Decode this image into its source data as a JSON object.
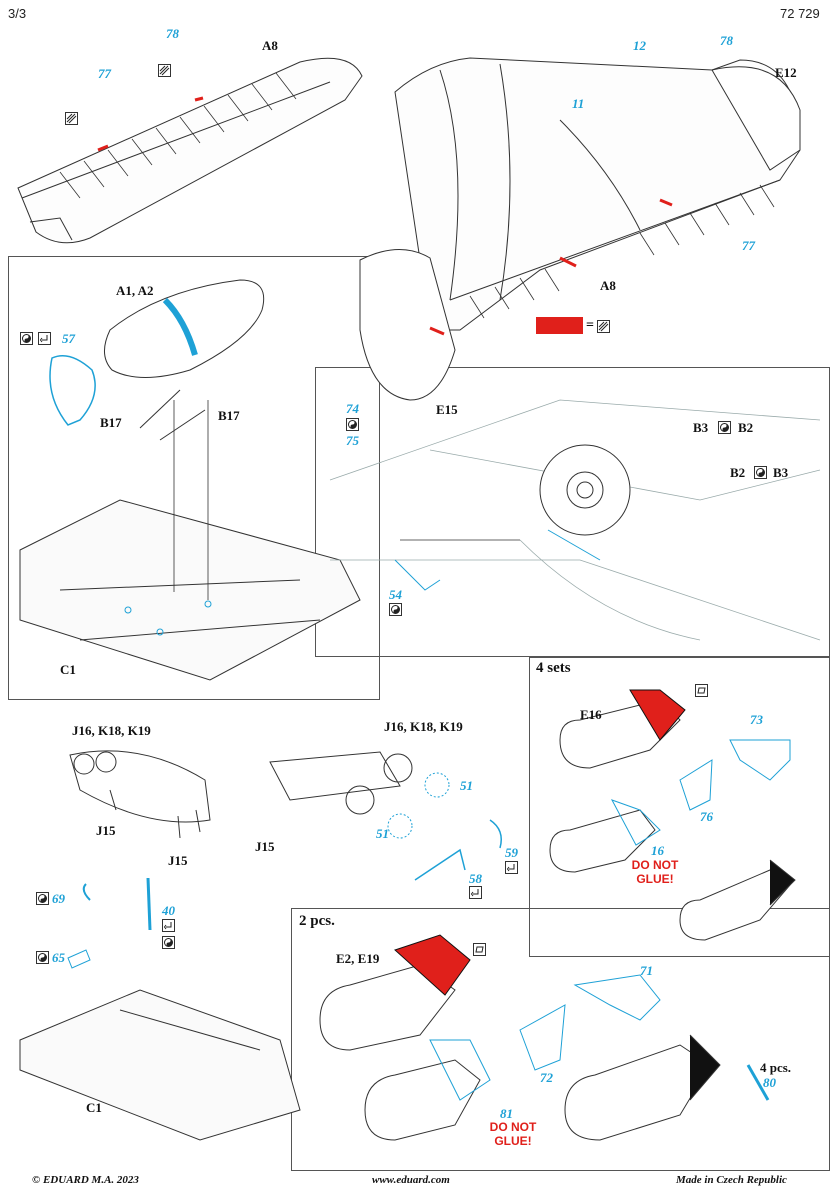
{
  "header": {
    "page": "3/3",
    "code": "72 729"
  },
  "footer": {
    "copyright": "© EDUARD  M.A. 2023",
    "url": "www.eduard.com",
    "made_in": "Made in Czech Republic"
  },
  "colors": {
    "photoetch": "#1ea1d6",
    "painted": "#e0201b",
    "line": "#333333"
  },
  "icons": {
    "bend": "bend-icon",
    "fold": "fold-icon",
    "remove": "remove-icon",
    "ribbed": "ribbed-surface-icon"
  },
  "panel_wing_left": {
    "part": "A8",
    "pe_parts": [
      "78",
      "77"
    ]
  },
  "panel_wing_right": {
    "parts": [
      "E12",
      "A8",
      "E15"
    ],
    "pe_parts": [
      "12",
      "78",
      "11",
      "77",
      "74",
      "75"
    ]
  },
  "panel_pod": {
    "parts": [
      "A1, A2",
      "B17",
      "B17",
      "C1"
    ],
    "pe_parts": [
      "57"
    ]
  },
  "panel_gear": {
    "parts": [
      "B3",
      "B2",
      "B2",
      "B3"
    ],
    "pe_parts": [
      "54"
    ]
  },
  "panel_tubes_left": {
    "parts": [
      "J16, K18, K19",
      "J15",
      "J15",
      "C1"
    ],
    "pe_parts": [
      "69",
      "40",
      "65"
    ]
  },
  "panel_tubes_right": {
    "parts": [
      "J16, K18, K19",
      "J15"
    ],
    "pe_parts": [
      "51",
      "51",
      "59",
      "58"
    ]
  },
  "panel_bombs_small": {
    "title": "4 sets",
    "part": "E16",
    "pe_parts": [
      "73",
      "76",
      "16"
    ],
    "note": "DO NOT GLUE!"
  },
  "panel_bombs_large": {
    "title": "2 pcs.",
    "part": "E2, E19",
    "pe_parts": [
      "71",
      "72",
      "81",
      "80"
    ],
    "note": "DO NOT GLUE!",
    "count_note": "4 pcs."
  }
}
